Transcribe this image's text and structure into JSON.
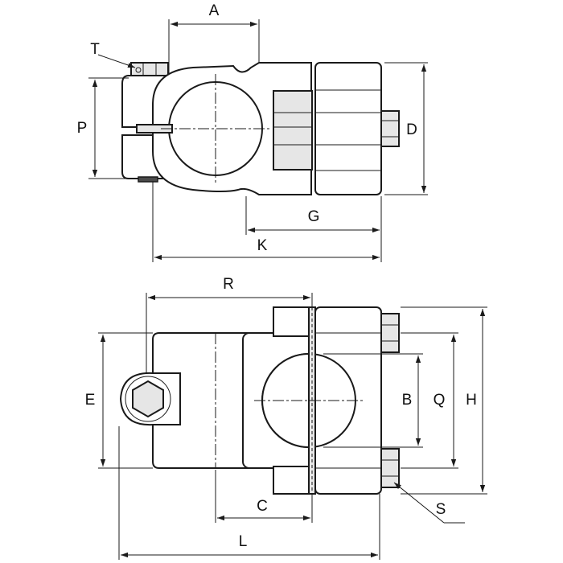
{
  "diagram": {
    "top_view": {
      "labels": {
        "A": "A",
        "T": "T",
        "P": "P",
        "D": "D",
        "G": "G",
        "K": "K"
      }
    },
    "bottom_view": {
      "labels": {
        "R": "R",
        "E": "E",
        "B": "B",
        "Q": "Q",
        "H": "H",
        "C": "C",
        "S": "S",
        "L": "L"
      }
    }
  }
}
